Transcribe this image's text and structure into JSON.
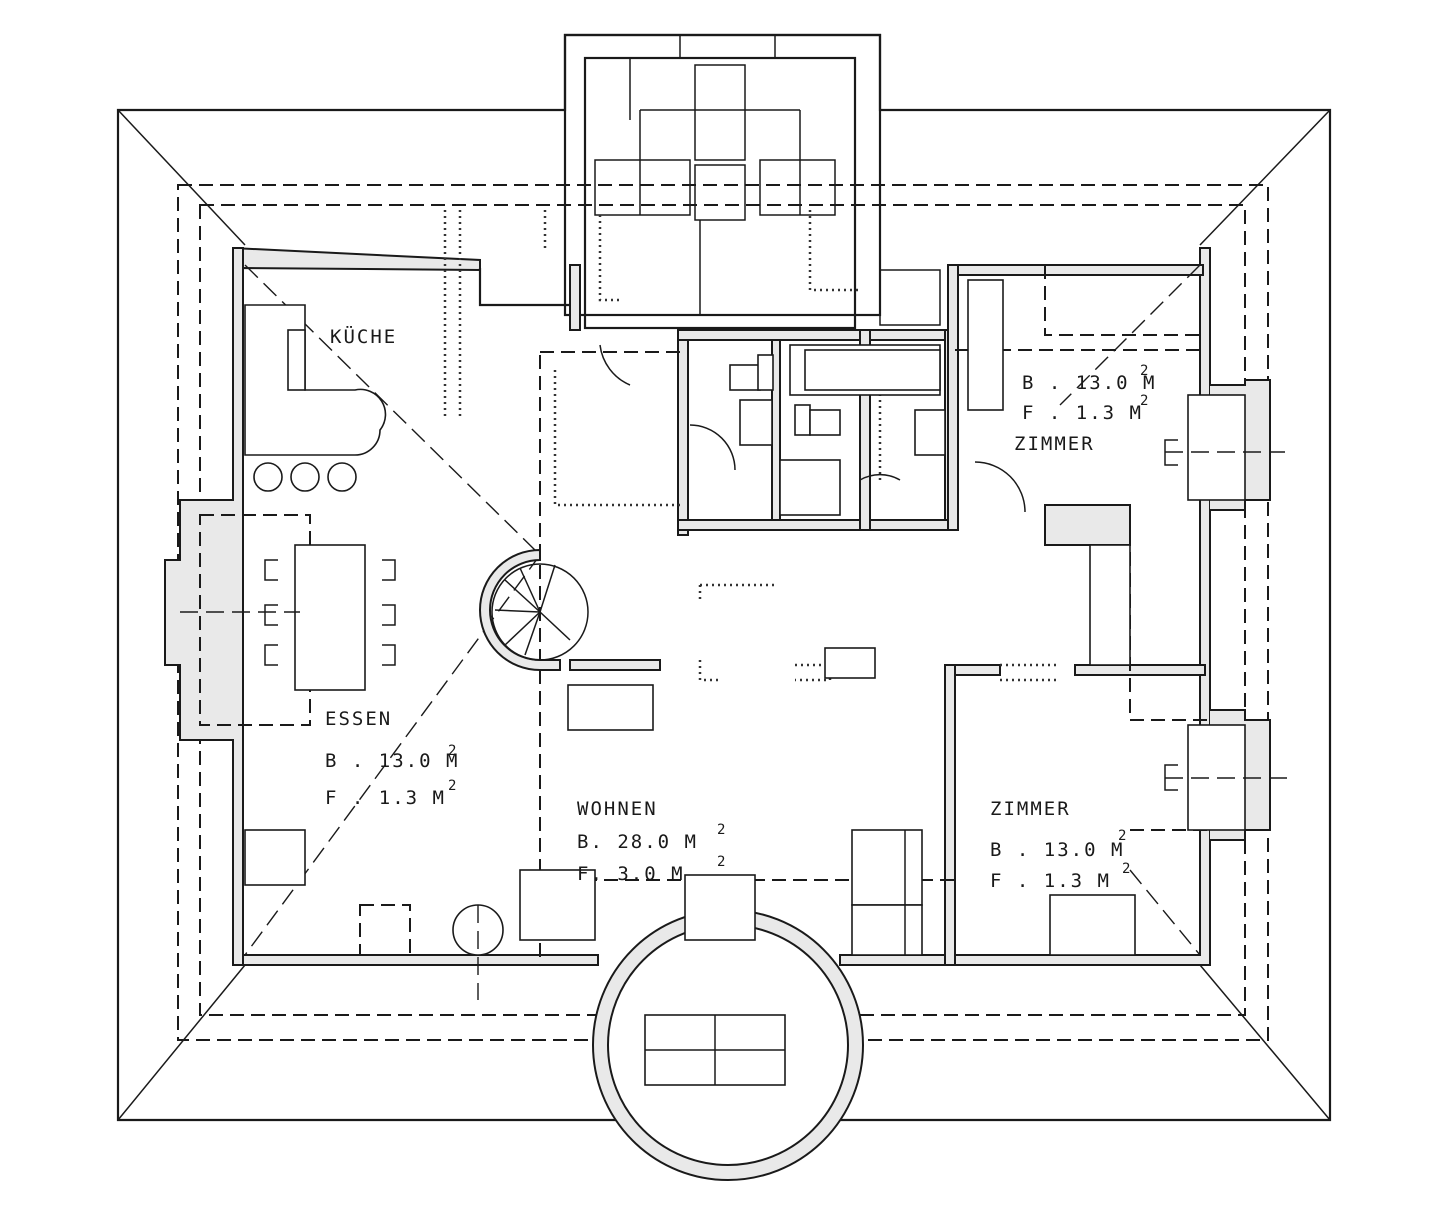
{
  "rooms": {
    "kueche": {
      "name": "KÜCHE"
    },
    "essen": {
      "name": "ESSEN",
      "b": "B . 13.0 M",
      "f": "F . 1.3 M",
      "unit_sup": "2"
    },
    "wohnen": {
      "name": "WOHNEN",
      "b": "B. 28.0 M",
      "f": "F. 3.0 M",
      "unit_sup": "2"
    },
    "zimmer_top": {
      "name": "ZIMMER",
      "b": "B . 13.0 M",
      "f": "F . 1.3 M",
      "unit_sup": "2"
    },
    "zimmer_bottom": {
      "name": "ZIMMER",
      "b": "B . 13.0 M",
      "f": "F . 1.3 M",
      "unit_sup": "2"
    }
  }
}
